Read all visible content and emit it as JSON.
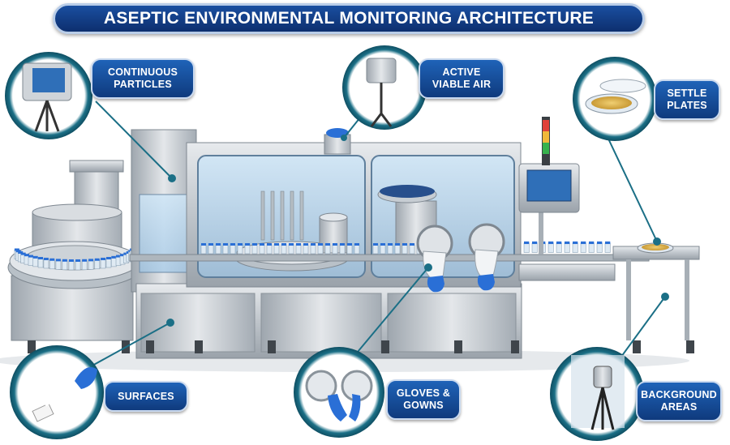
{
  "title": "ASEPTIC ENVIRONMENTAL MONITORING ARCHITECTURE",
  "callouts": {
    "continuous_particles": "CONTINUOUS\nPARTICLES",
    "active_viable_air": "ACTIVE\nVIABLE AIR",
    "settle_plates": "SETTLE\nPLATES",
    "surfaces": "SURFACES",
    "gloves_gowns": "GLOVES &\nGOWNS",
    "background_areas": "BACKGROUND\nAREAS"
  },
  "colors": {
    "banner_blue": "#0d2f6e",
    "label_blue": "#1f63b8",
    "leader_teal": "#1b6f86",
    "steel": "#c9ced3",
    "glove_blue": "#2a6fd6"
  }
}
